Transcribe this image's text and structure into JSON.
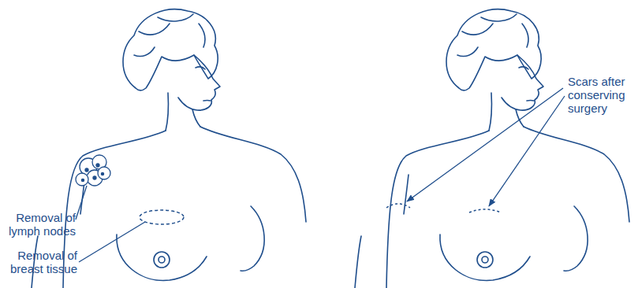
{
  "diagram": {
    "labels": [
      "Removal of lymph nodes",
      "Removal of breast tissue",
      "Scars after conserving surgery"
    ]
  }
}
